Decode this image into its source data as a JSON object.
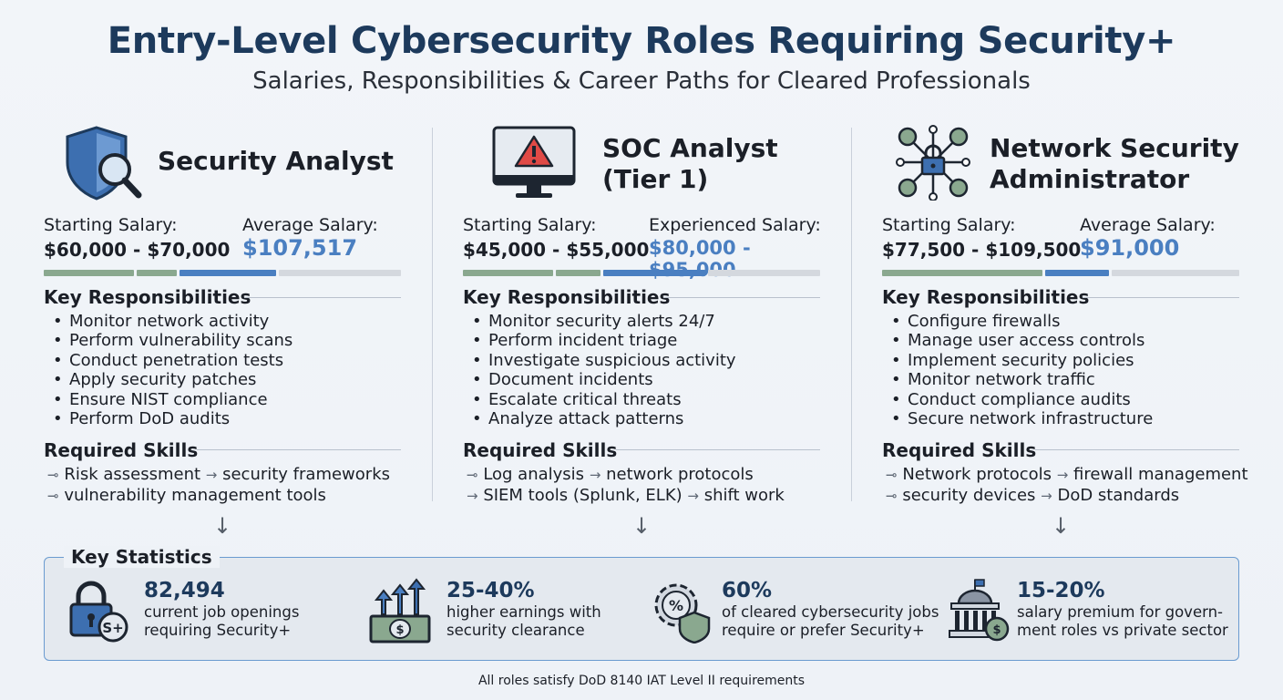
{
  "header": {
    "title": "Entry-Level Cybersecurity Roles Requiring Security+",
    "subtitle": "Salaries, Responsibilities & Career Paths for Cleared Professionals"
  },
  "roles": [
    {
      "title_line1": "Security Analyst",
      "title_line2": "",
      "icon": "shield-magnifier-icon",
      "start_label": "Starting Salary:",
      "start_value": "$60,000 - $70,000",
      "high_label": "Average Salary:",
      "high_value": "$107,517",
      "resp_heading": "Key Responsibilities",
      "responsibilities": [
        "Monitor network activity",
        "Perform vulnerability scans",
        "Conduct penetration tests",
        "Apply security patches",
        "Ensure NIST compliance",
        "Perform DoD audits"
      ],
      "skills_heading": "Required Skills",
      "skills": [
        {
          "prefix": "⊸",
          "a": "Risk assessment",
          "sep": "→",
          "b": "security frameworks"
        },
        {
          "prefix": "⊸",
          "a": "vulnerability management tools",
          "sep": "",
          "b": ""
        }
      ]
    },
    {
      "title_line1": "SOC Analyst",
      "title_line2": "(Tier 1)",
      "icon": "monitor-alert-icon",
      "start_label": "Starting Salary:",
      "start_value": "$45,000 - $55,000",
      "high_label": "Experienced Salary:",
      "high_value": "$80,000 - $95,000",
      "resp_heading": "Key Responsibilities",
      "responsibilities": [
        "Monitor security alerts 24/7",
        "Perform incident triage",
        "Investigate suspicious activity",
        "Document incidents",
        "Escalate critical threats",
        "Analyze attack patterns"
      ],
      "skills_heading": "Required Skills",
      "skills": [
        {
          "prefix": "⊸",
          "a": "Log analysis",
          "sep": "→",
          "b": "network protocols"
        },
        {
          "prefix": "→",
          "a": "SIEM tools (Splunk, ELK)",
          "sep": "→",
          "b": "shift work"
        }
      ]
    },
    {
      "title_line1": "Network Security",
      "title_line2": "Administrator",
      "icon": "network-lock-icon",
      "start_label": "Starting Salary:",
      "start_value": "$77,500 - $109,500",
      "high_label": "Average Salary:",
      "high_value": "$91,000",
      "resp_heading": "Key Responsibilities",
      "responsibilities": [
        "Configure firewalls",
        "Manage user access controls",
        "Implement security policies",
        "Monitor network traffic",
        "Conduct compliance audits",
        "Secure network infrastructure"
      ],
      "skills_heading": "Required Skills",
      "skills": [
        {
          "prefix": "⊸",
          "a": "Network protocols",
          "sep": "→",
          "b": "firewall management"
        },
        {
          "prefix": "⊸",
          "a": "security devices",
          "sep": "→",
          "b": "DoD standards"
        }
      ]
    }
  ],
  "stats": {
    "heading": "Key Statistics",
    "items": [
      {
        "icon": "padlock-security-plus-icon",
        "badge": "S+",
        "value": "82,494",
        "line1": "current job openings",
        "line2": "requiring Security+"
      },
      {
        "icon": "money-growth-icon",
        "badge": "$",
        "value": "25-40%",
        "line1": "higher earnings with",
        "line2": "security clearance"
      },
      {
        "icon": "percent-gear-shield-icon",
        "badge": "%",
        "value": "60%",
        "line1": "of cleared cybersecurity jobs",
        "line2": "require or prefer Security+"
      },
      {
        "icon": "government-building-dollar-icon",
        "badge": "$",
        "value": "15-20%",
        "line1": "salary premium for govern-",
        "line2": "ment roles vs private sector"
      }
    ]
  },
  "footnote": "All roles satisfy DoD 8140 IAT Level II requirements",
  "colors": {
    "title": "#1d3a5c",
    "accent_blue": "#4a7fc1",
    "bar_green": "#8aa88f",
    "bar_grey": "#d4d8de",
    "stats_border": "#6a9bd0"
  }
}
